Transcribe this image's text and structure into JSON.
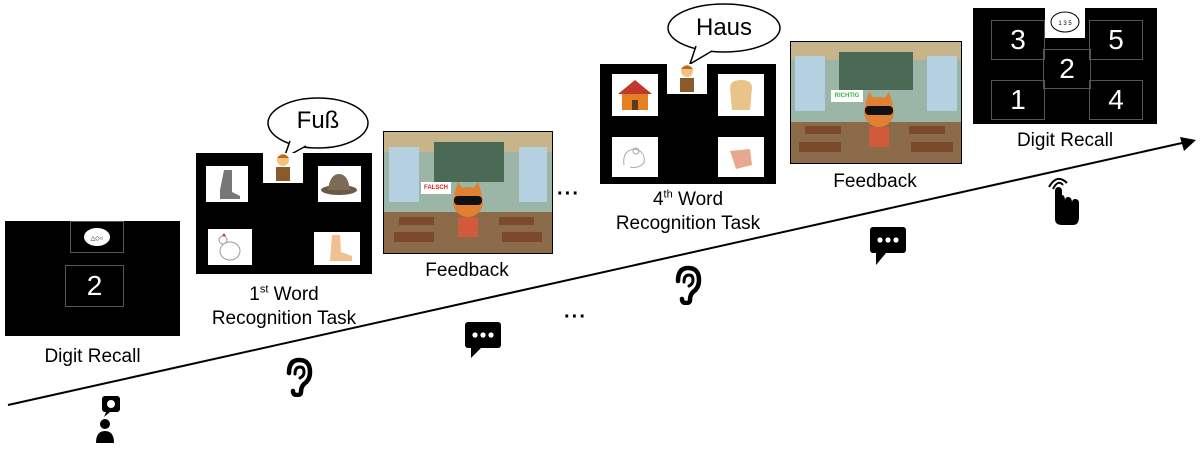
{
  "timeline": {
    "stage1": {
      "caption": "Digit Recall",
      "digit": "2"
    },
    "stage2": {
      "caption_line1_prefix": "1",
      "caption_line1_sup": "st",
      "caption_line1_suffix": " Word",
      "caption_line2": "Recognition Task",
      "speech": "Fuß"
    },
    "stage3": {
      "caption": "Feedback",
      "sign": "FALSCH",
      "sign_color": "#e02020"
    },
    "ellipsis_top": "···",
    "ellipsis_bottom": "···",
    "stage4": {
      "caption_line1_prefix": "4",
      "caption_line1_sup": "th",
      "caption_line1_suffix": " Word",
      "caption_line2": "Recognition Task",
      "speech": "Haus"
    },
    "stage5": {
      "caption": "Feedback",
      "sign": "RICHTIG",
      "sign_color": "#3bb54a"
    },
    "stage6": {
      "caption": "Digit Recall",
      "digits": [
        "3",
        "5",
        "2",
        "1",
        "4"
      ]
    }
  },
  "icons": [
    "person-thinking-icon",
    "ear-icon",
    "speech-bubble-icon",
    "ear-icon",
    "speech-bubble-icon",
    "tap-hand-icon"
  ]
}
